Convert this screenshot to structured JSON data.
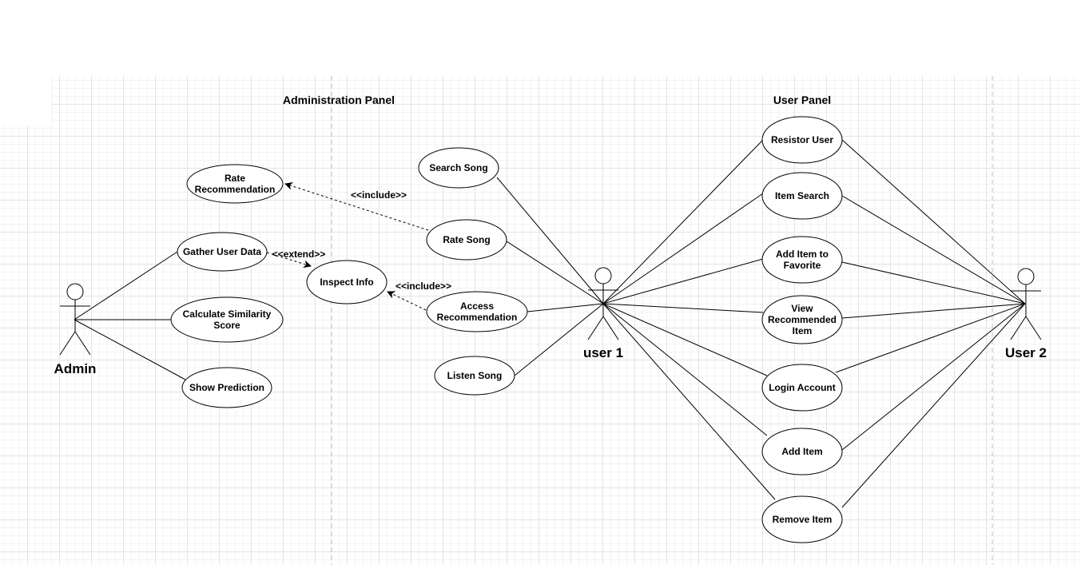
{
  "panels": {
    "admin_title": "Administration Panel",
    "user_title": "User Panel"
  },
  "actors": {
    "admin": "Admin",
    "user1": "user 1",
    "user2": "User 2"
  },
  "use_cases": {
    "rate_recommendation": [
      "Rate",
      "Recommendation"
    ],
    "gather_user_data": [
      "Gather User Data"
    ],
    "calculate_similarity": [
      "Calculate Similarity",
      "Score"
    ],
    "show_prediction": [
      "Show Prediction"
    ],
    "inspect_info": [
      "Inspect Info"
    ],
    "search_song": [
      "Search Song"
    ],
    "rate_song": [
      "Rate Song"
    ],
    "access_recommendation": [
      "Access",
      "Recommendation"
    ],
    "listen_song": [
      "Listen Song"
    ],
    "resistor_user": [
      "Resistor User"
    ],
    "item_search": [
      "Item Search"
    ],
    "add_item_favorite": [
      "Add Item to",
      "Favorite"
    ],
    "view_recommended": [
      "View",
      "Recommended",
      "Item"
    ],
    "login_account": [
      "Login Account"
    ],
    "add_item": [
      "Add Item"
    ],
    "remove_item": [
      "Remove Item"
    ]
  },
  "relations": {
    "include_rate": "<<include>>",
    "extend_gather": "<<extend>>",
    "include_access": "<<include>>"
  }
}
